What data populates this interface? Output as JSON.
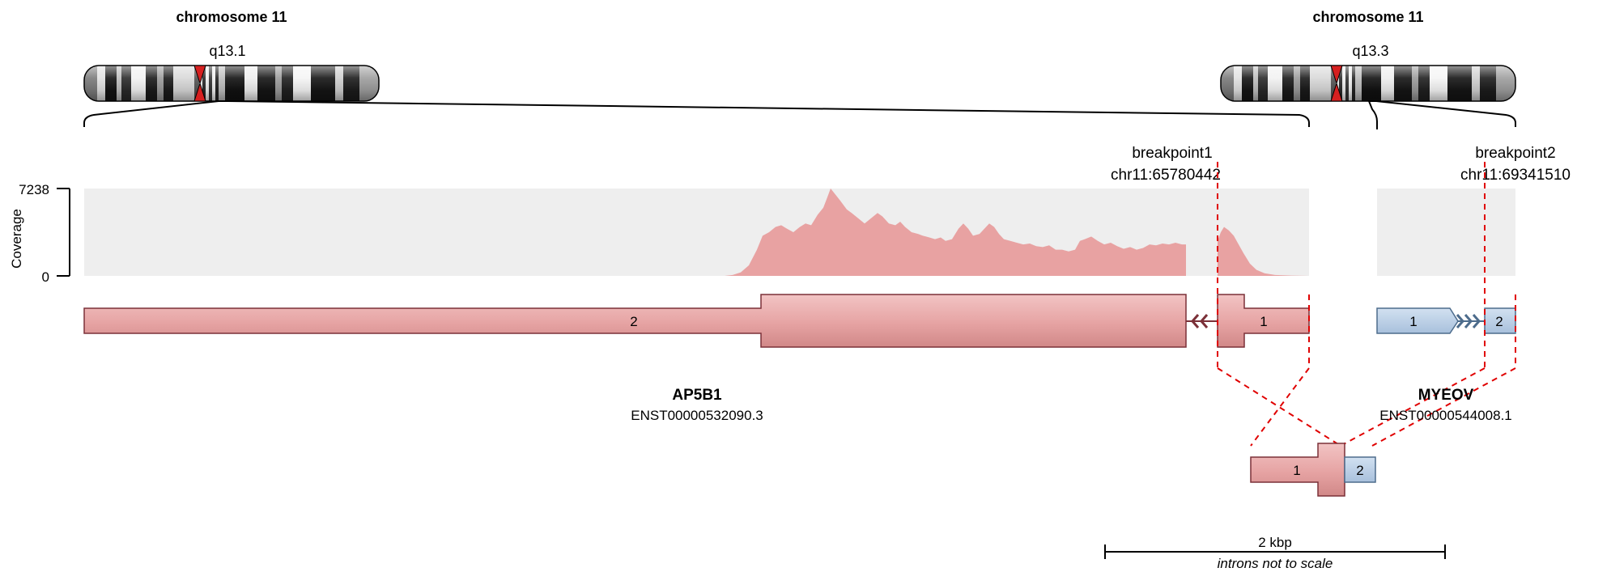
{
  "left_chromosome": {
    "title": "chromosome 11",
    "band": "q13.1"
  },
  "right_chromosome": {
    "title": "chromosome 11",
    "band": "q13.3"
  },
  "coverage": {
    "axis_label": "Coverage",
    "max_label": "7238",
    "min_label": "0"
  },
  "breakpoint1": {
    "label": "breakpoint1",
    "position": "chr11:65780442"
  },
  "breakpoint2": {
    "label": "breakpoint2",
    "position": "chr11:69341510"
  },
  "gene1": {
    "name": "AP5B1",
    "transcript": "ENST00000532090.3",
    "exons": [
      "2",
      "1"
    ]
  },
  "gene2": {
    "name": "MYEOV",
    "transcript": "ENST00000544008.1",
    "exons": [
      "1",
      "2"
    ]
  },
  "fusion": {
    "exons": [
      "1",
      "2"
    ]
  },
  "scale_bar": {
    "label": "2 kbp",
    "note": "introns not to scale"
  },
  "colors": {
    "gene1": "#e8a2a2",
    "gene1_stroke": "#7b3038",
    "gene2": "#b7cde6",
    "gene2_stroke": "#4d6c8c",
    "breakpoint": "#e00000",
    "centromere": "#d62020",
    "coverage_bg": "#eeeeee",
    "coverage_fill": "#e8a2a2"
  }
}
